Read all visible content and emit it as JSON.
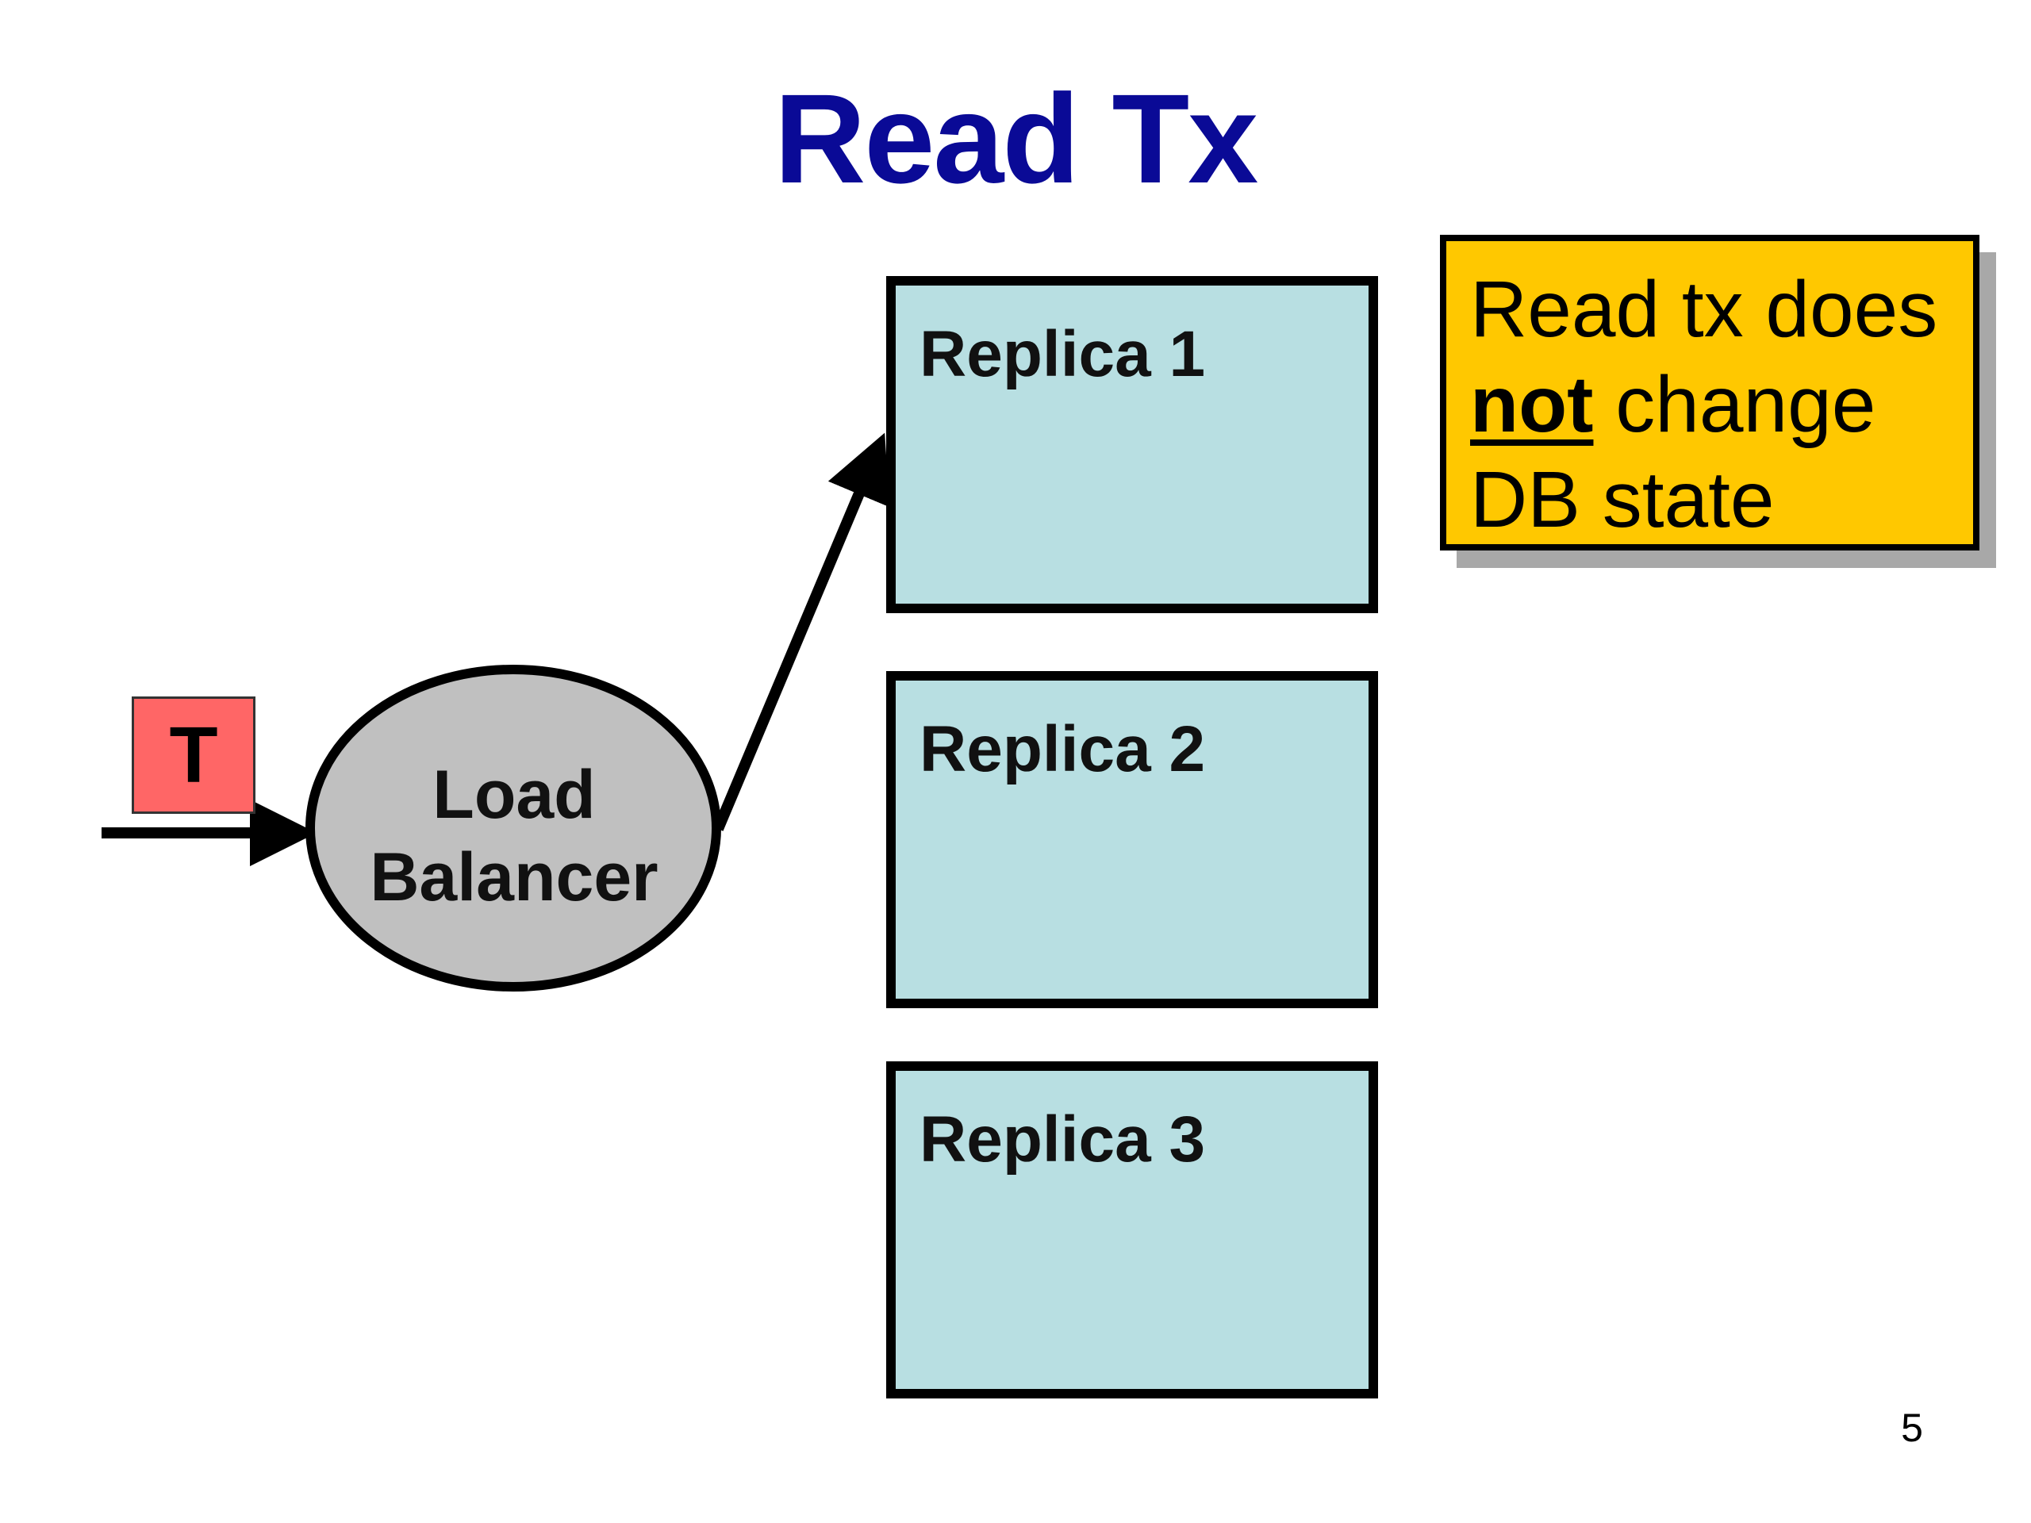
{
  "slide": {
    "title": "Read Tx",
    "page_number": "5"
  },
  "transaction": {
    "label": "T",
    "color": "#ff6666"
  },
  "load_balancer": {
    "label_line1": "Load",
    "label_line2": "Balancer",
    "color": "#c0c0c0"
  },
  "replicas": [
    {
      "label": "Replica 1"
    },
    {
      "label": "Replica 2"
    },
    {
      "label": "Replica 3"
    }
  ],
  "replica_color": "#b8dfe2",
  "note": {
    "line1": "Read tx does",
    "emphasis": "not",
    "line2_rest": " change",
    "line3": "DB state",
    "color": "#ffc800"
  },
  "title_color": "#0a0a96"
}
